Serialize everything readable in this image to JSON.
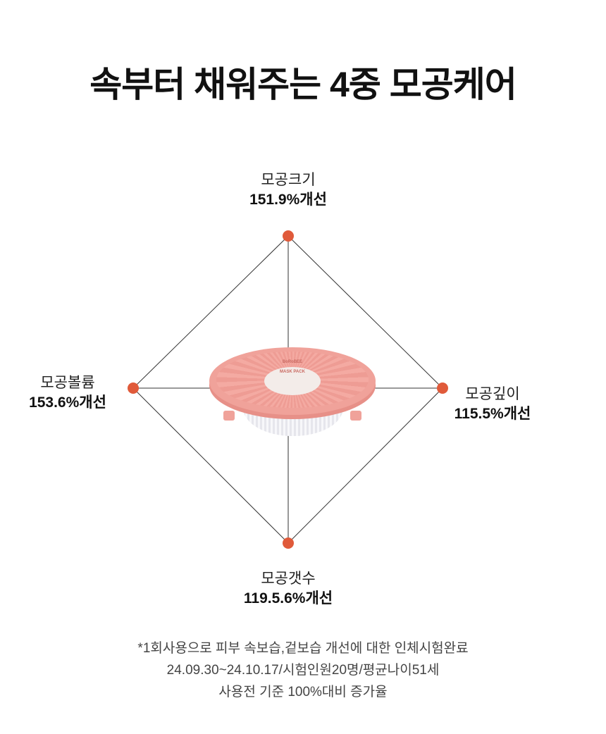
{
  "title": "속부터 채워주는 4중 모공케어",
  "product": {
    "brand": "BoRoBEE",
    "name": "MASK PACK"
  },
  "metrics": [
    {
      "name": "모공크기",
      "value": "151.9%개선"
    },
    {
      "name": "모공깊이",
      "value": "115.5%개선"
    },
    {
      "name": "모공갯수",
      "value": "119.5.6%개선"
    },
    {
      "name": "모공볼륨",
      "value": "153.6%개선"
    }
  ],
  "colors": {
    "dot": "#e05a3a",
    "line": "#333333"
  },
  "footnote": [
    "*1회사용으로 피부 속보습,겉보습 개선에 대한 인체시험완료",
    "24.09.30~24.10.17/시험인원20명/평균나이51세",
    "사용전 기준 100%대비 증가율"
  ]
}
